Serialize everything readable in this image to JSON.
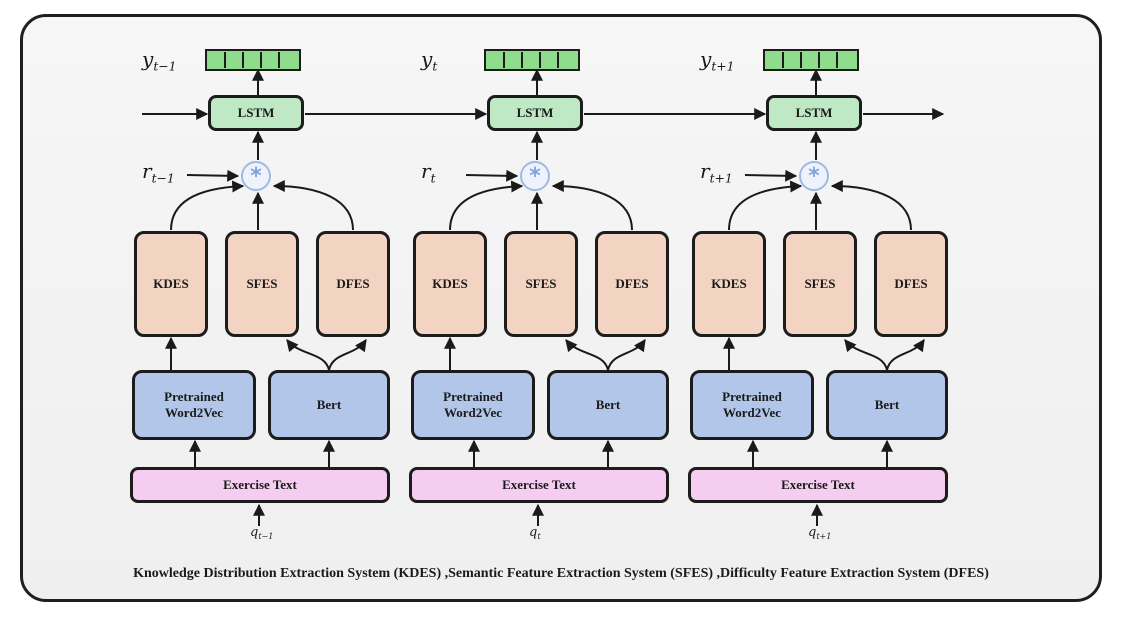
{
  "diagram": {
    "steps": [
      {
        "output": {
          "var": "y",
          "sub": "t−1",
          "cells": 5
        },
        "lstm": "LSTM",
        "response": {
          "var": "r",
          "sub": "t−1"
        },
        "operator": "*",
        "kdes": "KDES",
        "sfes": "SFES",
        "dfes": "DFES",
        "word2vec": "Pretrained Word2Vec",
        "bert": "Bert",
        "exercise": "Exercise Text",
        "question": {
          "var": "q",
          "sub": "t−1"
        }
      },
      {
        "output": {
          "var": "y",
          "sub": "t",
          "cells": 5
        },
        "lstm": "LSTM",
        "response": {
          "var": "r",
          "sub": "t"
        },
        "operator": "*",
        "kdes": "KDES",
        "sfes": "SFES",
        "dfes": "DFES",
        "word2vec": "Pretrained Word2Vec",
        "bert": "Bert",
        "exercise": "Exercise Text",
        "question": {
          "var": "q",
          "sub": "t"
        }
      },
      {
        "output": {
          "var": "y",
          "sub": "t+1",
          "cells": 5
        },
        "lstm": "LSTM",
        "response": {
          "var": "r",
          "sub": "t+1"
        },
        "operator": "*",
        "kdes": "KDES",
        "sfes": "SFES",
        "dfes": "DFES",
        "word2vec": "Pretrained Word2Vec",
        "bert": "Bert",
        "exercise": "Exercise Text",
        "question": {
          "var": "q",
          "sub": "t+1"
        }
      }
    ],
    "caption": "Knowledge Distribution Extraction System (KDES) ,Semantic Feature Extraction System (SFES) ,Difficulty Feature Extraction System (DFES)"
  }
}
